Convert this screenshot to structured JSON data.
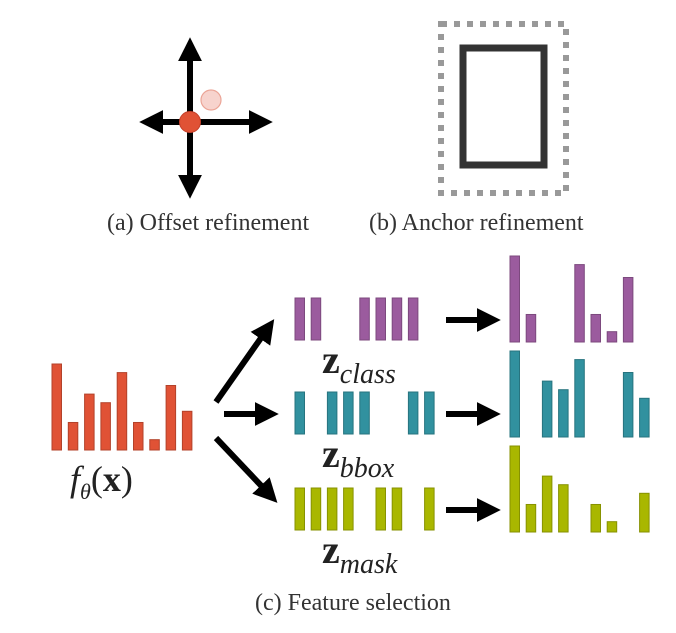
{
  "panels": {
    "a": {
      "caption": "(a) Offset refinement"
    },
    "b": {
      "caption": "(b) Anchor refinement"
    },
    "c": {
      "caption": "(c) Feature selection"
    }
  },
  "input": {
    "label_f": "f",
    "label_theta": "θ",
    "label_open": "(",
    "label_x": "x",
    "label_close": ")",
    "color": "#e05235",
    "values": [
      10,
      3.2,
      6.5,
      5.5,
      9.0,
      3.2,
      1.2,
      7.5,
      4.5
    ]
  },
  "heads": [
    {
      "name": "class",
      "z": "z",
      "subscript": "class",
      "color": "#9b5b9e",
      "mask": [
        1,
        1,
        0,
        0,
        1,
        1,
        1,
        1,
        0
      ]
    },
    {
      "name": "bbox",
      "z": "z",
      "subscript": "bbox",
      "color": "#31919f",
      "mask": [
        1,
        0,
        1,
        1,
        1,
        0,
        0,
        1,
        1
      ]
    },
    {
      "name": "mask",
      "z": "z",
      "subscript": "mask",
      "color": "#a9b700",
      "mask": [
        1,
        1,
        1,
        1,
        0,
        1,
        1,
        0,
        1
      ]
    }
  ],
  "colors": {
    "arrow": "#000000",
    "point_solid": "#e05235",
    "point_faded": "#f7d3cd",
    "anchor_box": "#333333",
    "anchor_dotted": "#999999"
  }
}
